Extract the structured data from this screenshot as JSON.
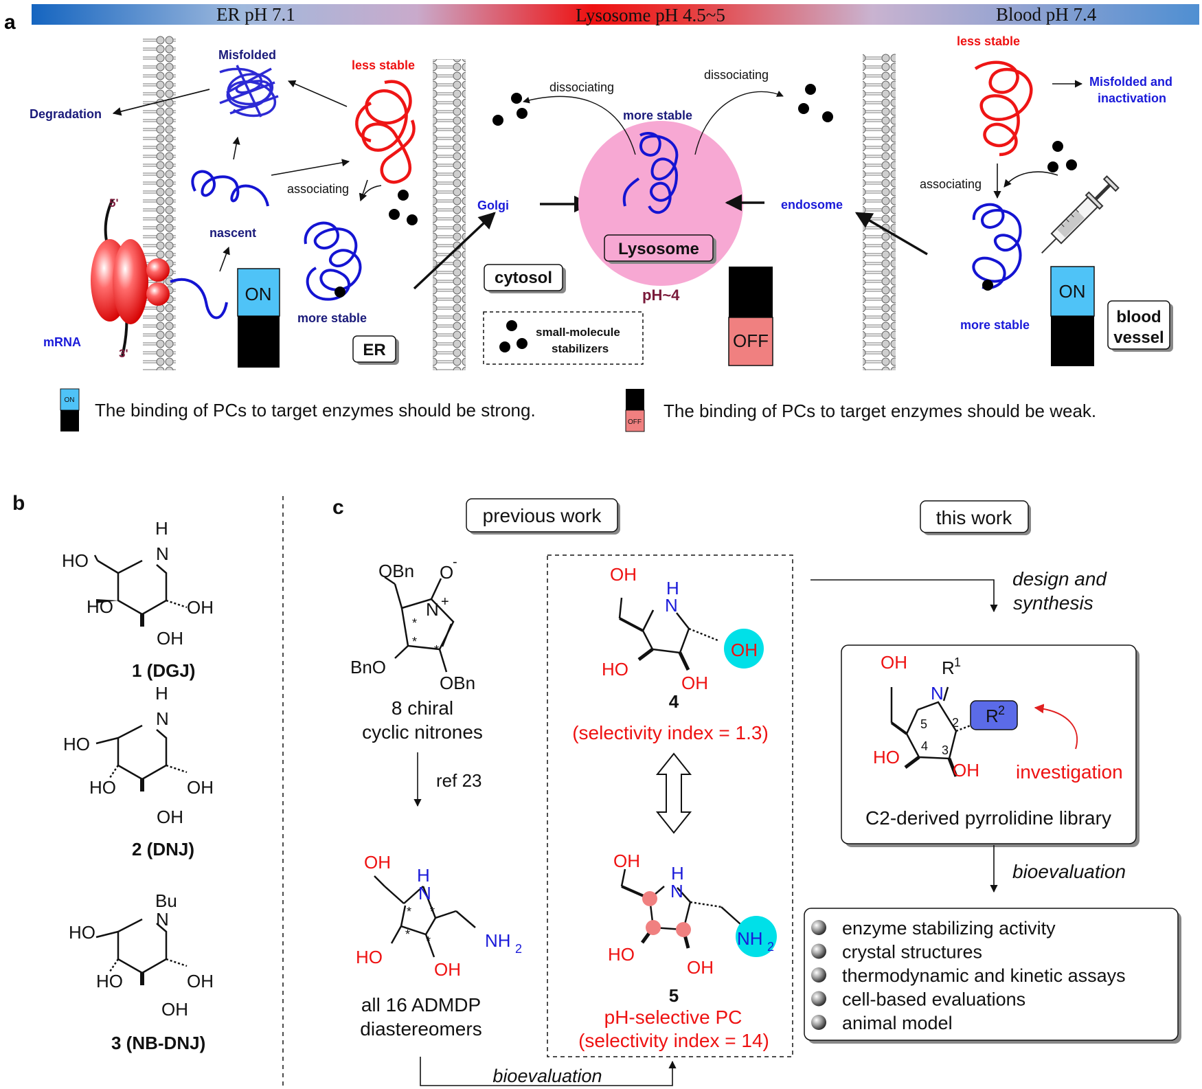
{
  "panel_labels": {
    "a": "a",
    "b": "b",
    "c": "c"
  },
  "ph_bar": {
    "er": "ER pH 7.1",
    "lysosome": "Lysosome pH 4.5~5",
    "blood": "Blood pH 7.4",
    "colors": {
      "blue": "#1e6fc0",
      "mid": "#c6b4d8",
      "red": "#ee1111"
    }
  },
  "panel_a": {
    "misfolded": "Misfolded",
    "degradation": "Degradation",
    "less_stable_er": "less stable",
    "associating_er": "associating",
    "nascent": "nascent",
    "five_prime": "5'",
    "three_prime": "3'",
    "mrna": "mRNA",
    "more_stable_er": "more stable",
    "er_box": "ER",
    "switch_on_1": "ON",
    "dissociating_left": "dissociating",
    "dissociating_right": "dissociating",
    "more_stable_lyso": "more stable",
    "golgi": "Golgi",
    "endosome": "endosome",
    "lysosome_box": "Lysosome",
    "ph4": "pH~4",
    "cytosol_box": "cytosol",
    "switch_off": "OFF",
    "stabilizer_legend_1": "small-molecule",
    "stabilizer_legend_2": "stabilizers",
    "less_stable_blood": "less stable",
    "misfolded_inactivation_1": "Misfolded and",
    "misfolded_inactivation_2": "inactivation",
    "associating_blood": "associating",
    "more_stable_blood": "more stable",
    "switch_on_2": "ON",
    "blood_vessel_1": "blood",
    "blood_vessel_2": "vessel",
    "legend_on_small": "ON",
    "legend_off_small": "OFF",
    "legend_strong": "The binding of PCs to target enzymes should be strong.",
    "legend_weak": "The binding of PCs to target enzymes should be weak."
  },
  "panel_b": {
    "c1_label": "1 (DGJ)",
    "c2_label": "2 (DNJ)",
    "c3_label": "3 (NB-DNJ)",
    "H": "H",
    "N": "N",
    "HO": "HO",
    "OH": "OH",
    "Bu": "Bu"
  },
  "panel_c": {
    "previous_work": "previous work",
    "this_work": "this work",
    "obn": "OBn",
    "bno": "BnO",
    "o_minus": "O",
    "minus": "-",
    "n_plus": "N",
    "plus": "+",
    "chiral_1": "8 chiral",
    "chiral_2": "cyclic nitrones",
    "ref": "ref 23",
    "admdp_1": "all 16 ADMDP",
    "admdp_2": "diastereomers",
    "bioevaluation_bottom": "bioevaluation",
    "compound4_num": "4",
    "compound4_si": "(selectivity index = 1.3)",
    "compound5_num": "5",
    "compound5_pc": "pH-selective PC",
    "compound5_si": "(selectivity index = 14)",
    "design_1": "design and",
    "design_2": "synthesis",
    "library_caption": "C2-derived pyrrolidine library",
    "investigation": "investigation",
    "r1": "R",
    "r1_sup": "1",
    "r2": "R",
    "r2_sup": "2",
    "bioevaluation_right": "bioevaluation",
    "pos2": "2",
    "pos3": "3",
    "pos4": "4",
    "pos5": "5",
    "NH2": "NH",
    "sub2": "2",
    "star": "*",
    "activities": [
      "enzyme stabilizing activity",
      "crystal structures",
      "thermodynamic and kinetic assays",
      "cell-based evaluations",
      "animal model"
    ]
  }
}
